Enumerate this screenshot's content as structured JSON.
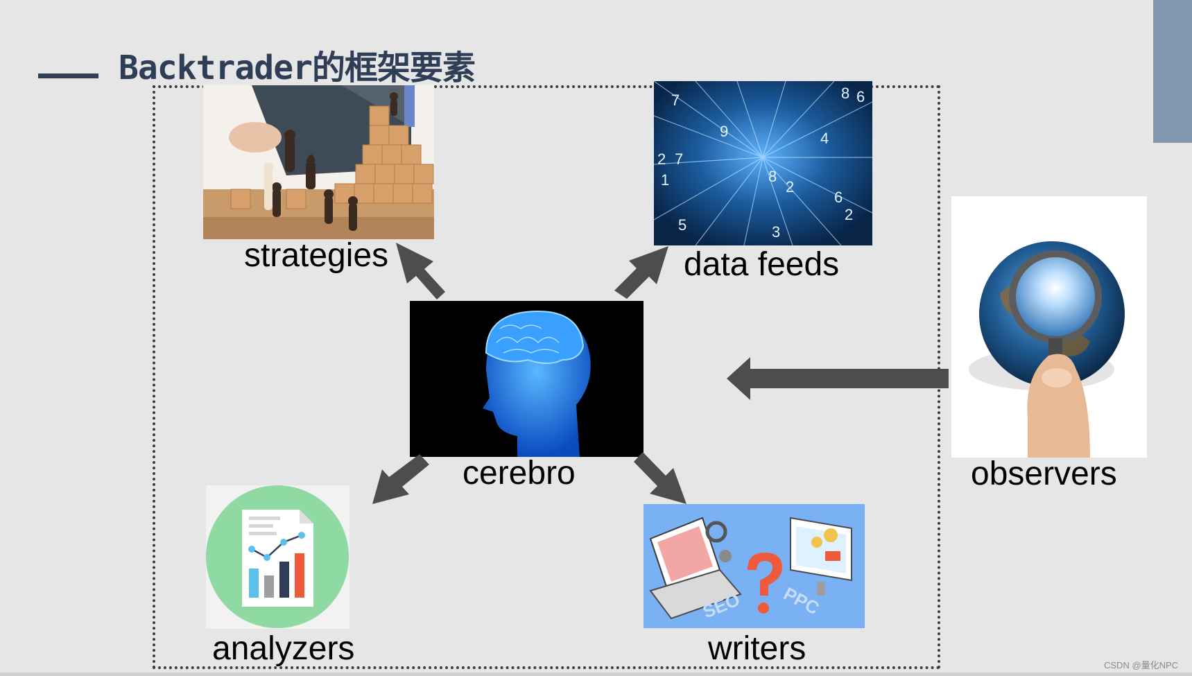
{
  "header": {
    "title": "Backtrader的框架要素"
  },
  "nodes": {
    "strategies": "strategies",
    "data_feeds": "data feeds",
    "cerebro": "cerebro",
    "observers": "observers",
    "analyzers": "analyzers",
    "writers": "writers"
  },
  "images": {
    "strategies": "chess-and-wooden-blocks-image",
    "data_feeds": "blue-digits-tunnel-image",
    "cerebro": "blue-human-brain-image",
    "observers": "globe-magnifier-image",
    "analyzers": "report-chart-icon",
    "writers": "seo-ppc-illustration"
  },
  "colors": {
    "title": "#2f3e56",
    "arrow": "#4d4d4d",
    "background": "#e6e6e6",
    "accent": "#8497b0"
  },
  "watermark": "CSDN @量化NPC"
}
